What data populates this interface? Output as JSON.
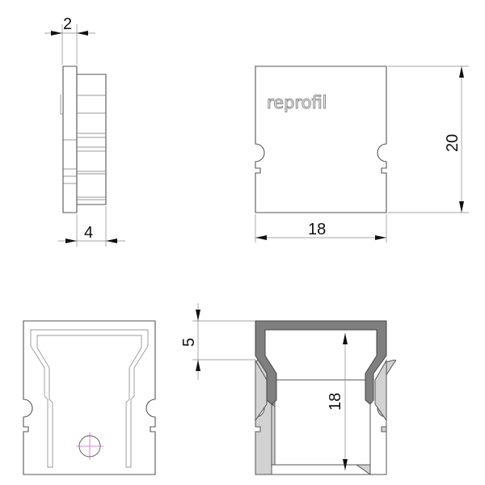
{
  "side_view": {
    "dim_plate": "2",
    "dim_tab": "4"
  },
  "front_view": {
    "brand_logo": "reprofil",
    "dim_height": "20",
    "dim_width": "18"
  },
  "section_view": {
    "dim_cap": "5",
    "dim_inner_height": "18"
  },
  "colors": {
    "cap": "#7f7f7f",
    "profile": "#d2d2d2",
    "outline": "#555555",
    "center_mark": "#cc66cc"
  }
}
